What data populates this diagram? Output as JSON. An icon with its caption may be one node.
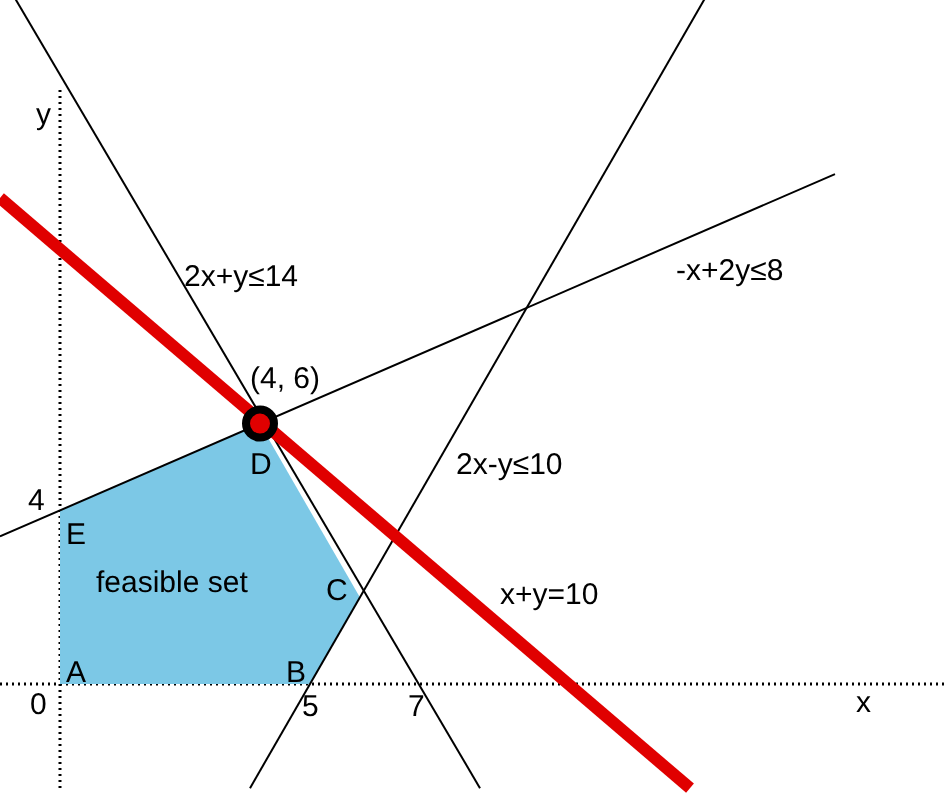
{
  "diagram": {
    "nodes": [
      {
        "text": [
          "feasible set"
        ]
      }
    ],
    "labels": [
      "y",
      "2x+y≤14",
      "-x+2y≤8",
      "(4, 6)",
      "4",
      "D",
      "E",
      "2x-y≤10",
      "C",
      "x+y=10",
      "A",
      "B",
      "0",
      "5",
      "7",
      "x"
    ]
  }
}
